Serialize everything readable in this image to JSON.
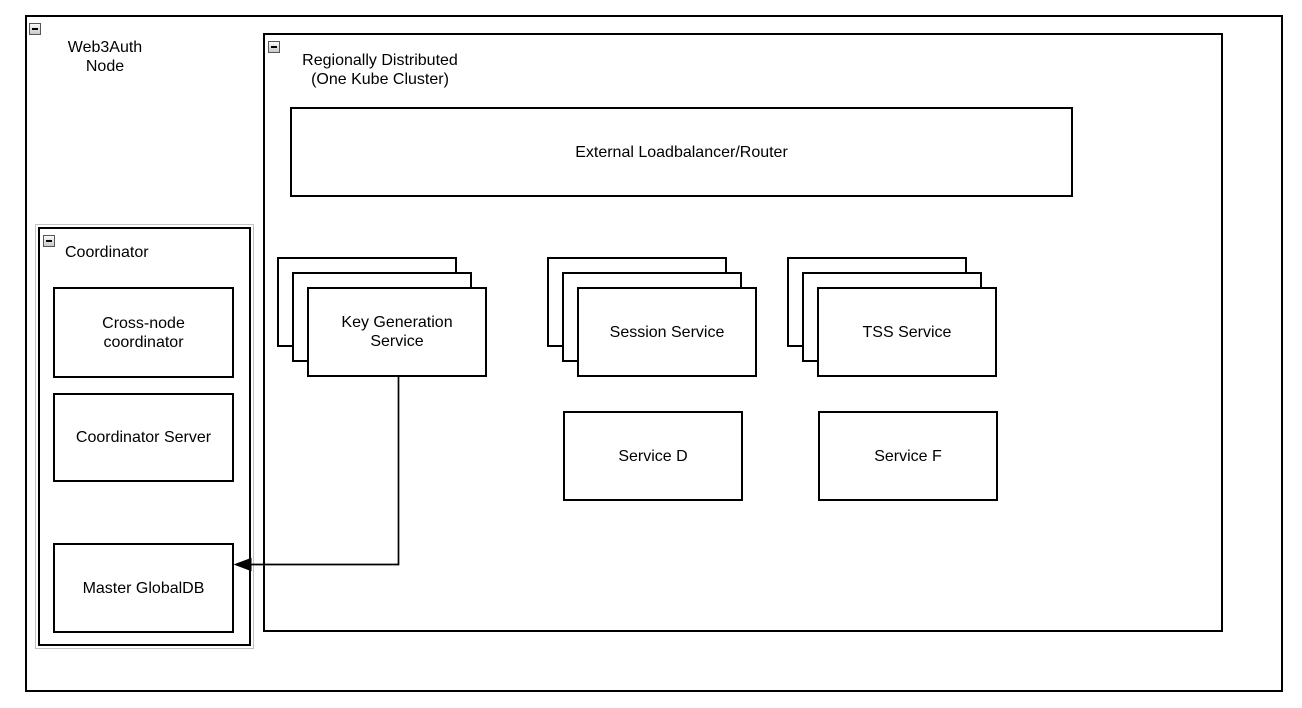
{
  "colors": {
    "stroke": "#000000",
    "background": "#ffffff",
    "collapse_button_face": "#d9d9d9"
  },
  "web3auth_node": {
    "label_lines": [
      "Web3Auth",
      "Node"
    ],
    "collapse_icon": "minus-icon"
  },
  "region": {
    "label_lines": [
      "Regionally Distributed",
      "(One Kube Cluster)"
    ],
    "collapse_icon": "minus-icon",
    "loadbalancer": {
      "label": "External Loadbalancer/Router"
    },
    "stacks": [
      {
        "label": "Key Generation Service"
      },
      {
        "label": "Session Service"
      },
      {
        "label": "TSS Service"
      }
    ],
    "services": [
      {
        "label": "Service D"
      },
      {
        "label": "Service F"
      }
    ]
  },
  "coordinator": {
    "label": "Coordinator",
    "collapse_icon": "minus-icon",
    "boxes": [
      {
        "label": "Cross-node coordinator"
      },
      {
        "label": "Coordinator Server"
      },
      {
        "label": "Master GlobalDB"
      }
    ]
  },
  "connector": {
    "from": "Key Generation Service",
    "to": "Master GlobalDB",
    "arrow_direction": "left"
  }
}
